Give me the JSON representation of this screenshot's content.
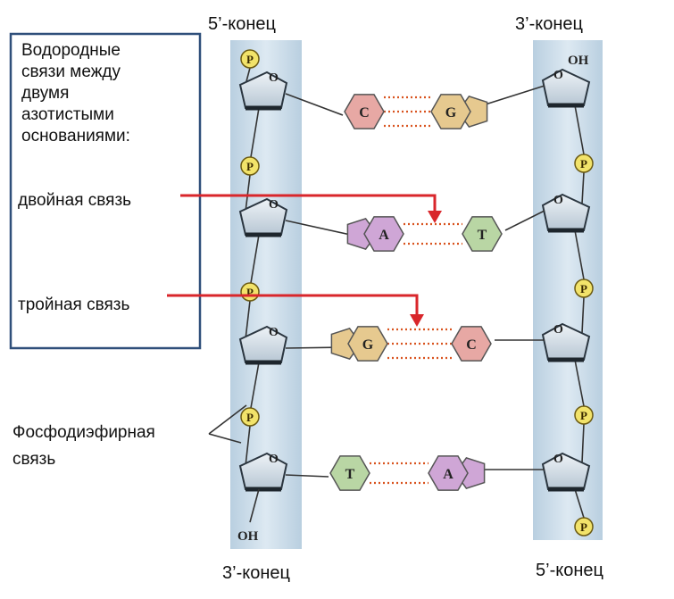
{
  "labels": {
    "top_left": "5’-конец",
    "top_right": "3’-конец",
    "bottom_left": "3’-конец",
    "bottom_right": "5’-конец"
  },
  "legend_box": {
    "lines": [
      "Водородные",
      "связи между",
      "двумя",
      "азотистыми",
      "основаниями:"
    ],
    "double_bond": "двойная связь",
    "triple_bond": "тройная связь"
  },
  "phosphodiester_label": [
    "Фосфодиэфирная",
    "связь"
  ],
  "phosphate_symbol": "P",
  "ring_oxygen": "O",
  "hydroxyl": "OH",
  "pairs": [
    {
      "left": "C",
      "right": "G",
      "left_color": "#e7a8a4",
      "right_color": "#e6c98f"
    },
    {
      "left": "A",
      "right": "T",
      "left_color": "#cfa6d6",
      "right_color": "#b9d6a4"
    },
    {
      "left": "G",
      "right": "C",
      "left_color": "#e6c98f",
      "right_color": "#e7a8a4"
    },
    {
      "left": "T",
      "right": "A",
      "left_color": "#b9d6a4",
      "right_color": "#cfa6d6"
    }
  ],
  "colors": {
    "backbone_band": "#c9dbe8",
    "arrow": "#d9262b",
    "box_border": "#2f4f7a",
    "phosphate": "#f2e36a",
    "hbond": "#d9531f"
  }
}
